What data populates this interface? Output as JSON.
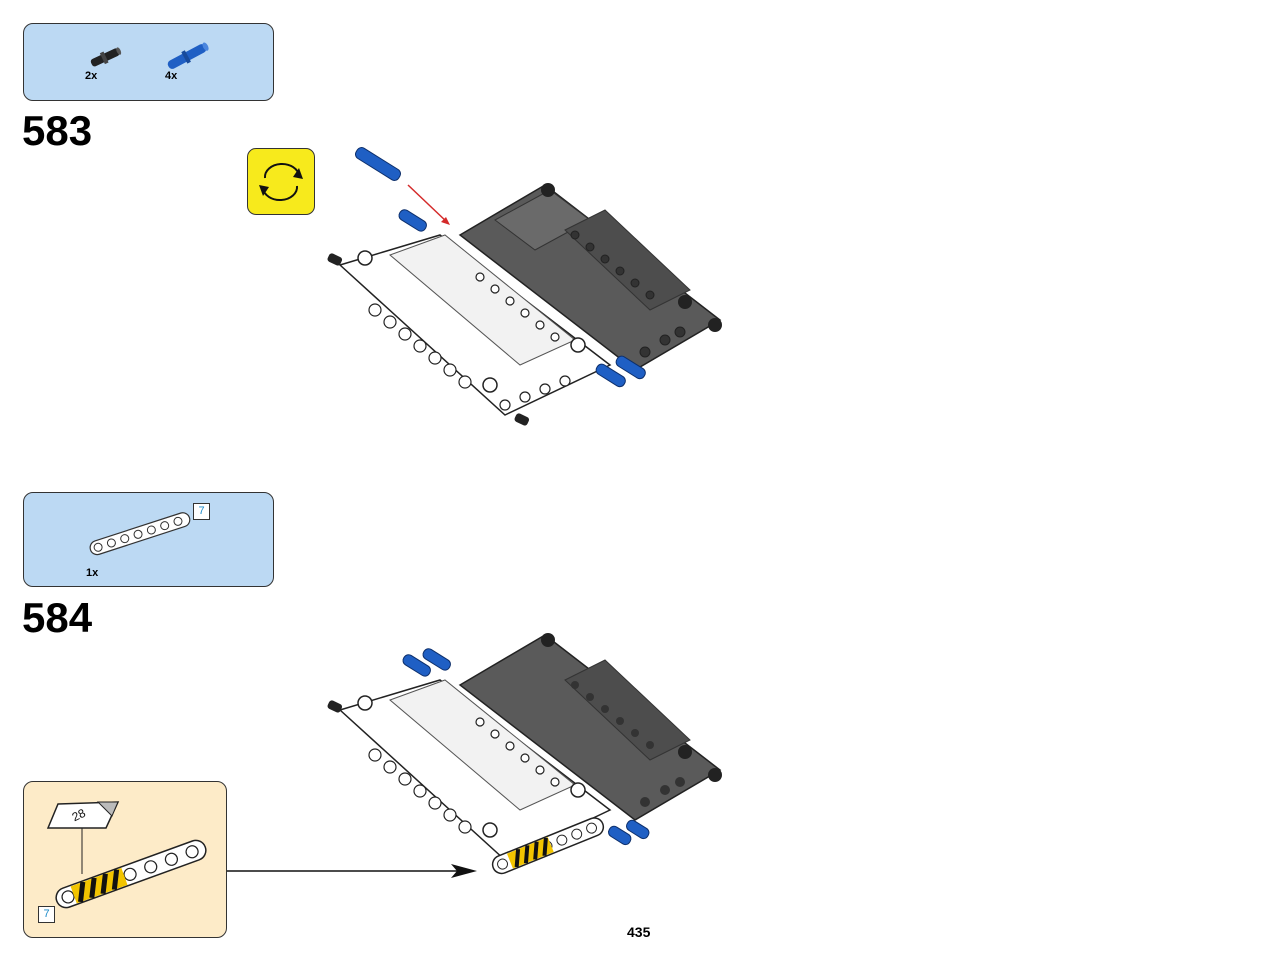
{
  "page": {
    "number": "435"
  },
  "steps": [
    {
      "number": "583",
      "parts": [
        {
          "name": "black-friction-pin-icon",
          "qty": "2x",
          "color": "#222222"
        },
        {
          "name": "blue-long-pin-icon",
          "qty": "4x",
          "color": "#1f5fc4"
        }
      ],
      "rotate_icon": "rotate-model-icon",
      "arrow_color": "#d42a2a"
    },
    {
      "number": "584",
      "parts": [
        {
          "name": "white-beam-7-icon",
          "qty": "1x",
          "length_badge": "7"
        }
      ],
      "sticker": {
        "label": "28",
        "beam_length_badge": "7"
      }
    }
  ],
  "colors": {
    "parts_box_bg": "#bcd9f3",
    "subassembly_bg": "#fdebc8",
    "rotate_bg": "#f7ea1c",
    "beam_dark": "#5a5a5a",
    "beam_light": "#ffffff",
    "pin_blue": "#1f5fc4"
  }
}
